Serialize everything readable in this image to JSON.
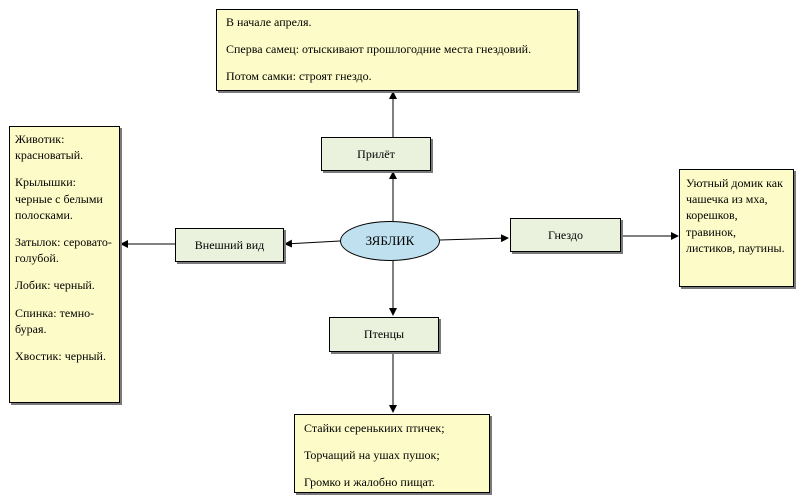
{
  "center": {
    "label": "ЗЯБЛИК"
  },
  "nodes": {
    "arrival": {
      "label": "Прилёт"
    },
    "nest": {
      "label": "Гнездо"
    },
    "appearance": {
      "label": "Внешний вид"
    },
    "chicks": {
      "label": "Птенцы"
    }
  },
  "notes": {
    "arrival": [
      "В начале апреля.",
      "Сперва самец: отыскивают прошлогодние места гнездовий.",
      "Потом самки: строят гнездо."
    ],
    "appearance": [
      "Животик: красноватый.",
      "Крылышки: черные с белыми полосками.",
      "Затылок: серовато-голубой.",
      "Лобик: черный.",
      "Спинка: темно-бурая.",
      "Хвостик: черный."
    ],
    "nest": [
      "Уютный домик как чашечка из мха, корешков, травинок, листиков, паутины."
    ],
    "chicks": [
      "Стайки серенькиих птичек;",
      "Торчащий на ушах пушок;",
      "Громко и жалобно пищат."
    ]
  },
  "colors": {
    "note_fill": "#fdfcc8",
    "node_fill": "#eaf1dd",
    "center_fill": "#bfe1ef",
    "line": "#000000"
  }
}
